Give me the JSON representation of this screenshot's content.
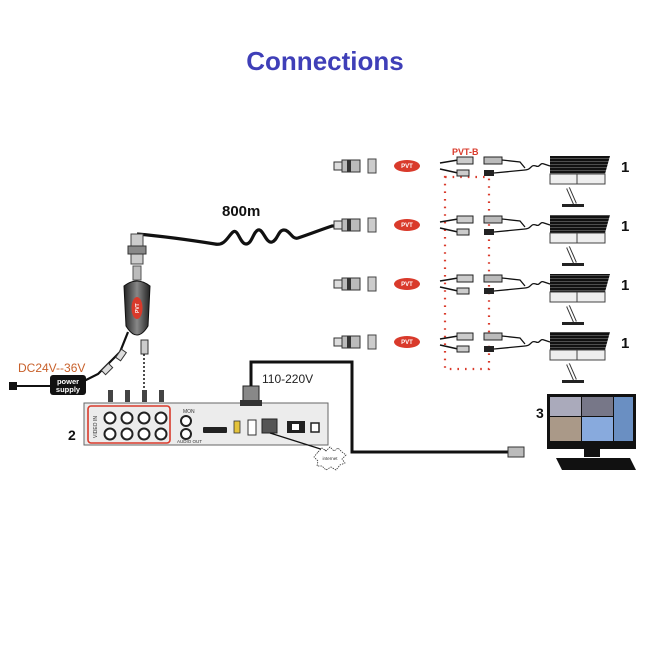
{
  "title": "Connections",
  "labels": {
    "cable_length": "800m",
    "receiver_model": "PVT-B",
    "dc_voltage": "DC24V--36V",
    "power_supply_line1": "power",
    "power_supply_line2": "supply",
    "mains_voltage": "110-220V",
    "internet": "internet",
    "dvr_number": "2",
    "monitor_number": "3",
    "video_in": "VIDEO IN",
    "mon": "MON",
    "audio_out": "AUDIO OUT"
  },
  "cameras": [
    {
      "number": "1",
      "transceiver_label": "PVT"
    },
    {
      "number": "1",
      "transceiver_label": "PVT"
    },
    {
      "number": "1",
      "transceiver_label": "PVT"
    },
    {
      "number": "1",
      "transceiver_label": "PVT"
    }
  ],
  "hub_transceiver_label": "PVT",
  "colors": {
    "title": "#3f3fb8",
    "accent_red": "#d93a2b",
    "dc_label": "#c8602a",
    "cable": "#111111"
  }
}
